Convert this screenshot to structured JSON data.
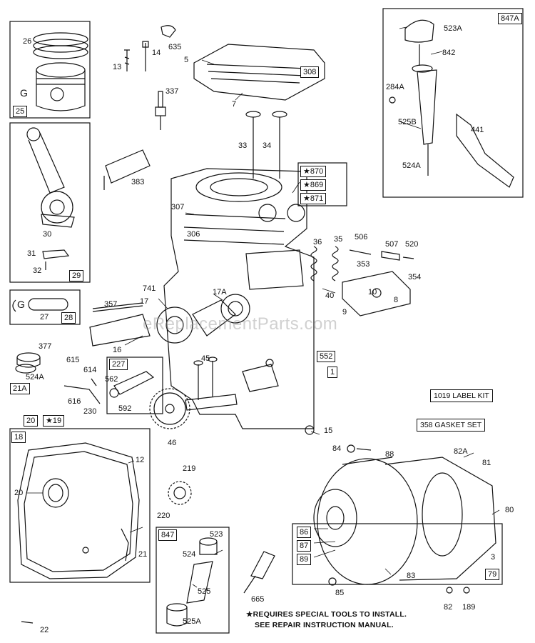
{
  "watermark": "eReplacementParts.com",
  "kits": {
    "label_kit": "1019 LABEL KIT",
    "gasket_set": "358 GASKET SET"
  },
  "notes": {
    "line1": "★REQUIRES SPECIAL TOOLS TO INSTALL.",
    "line2": "SEE REPAIR INSTRUCTION MANUAL."
  },
  "groups": {
    "g25": "25",
    "g29": "29",
    "g28": "28",
    "g21a": "21A",
    "g847a": "847A",
    "g847": "847",
    "g227": "227",
    "g552": "552",
    "g1": "1",
    "g20": "20",
    "g19": "★19",
    "g18": "18",
    "g79": "79",
    "g308": "308",
    "g870": "★870",
    "g869": "★869",
    "g871": "★871",
    "g86": "86",
    "g87": "87",
    "g89": "89"
  },
  "labels": {
    "p26": "26",
    "pG1": "G",
    "p30": "30",
    "p31": "31",
    "p32": "32",
    "pG2": "G",
    "p27": "27",
    "p13": "13",
    "p14": "14",
    "p635": "635",
    "p5": "5",
    "p337": "337",
    "p7": "7",
    "p33": "33",
    "p34": "34",
    "p383": "383",
    "p307": "307",
    "p306": "306",
    "p36": "36",
    "p35": "35",
    "p506": "506",
    "p507": "507",
    "p520": "520",
    "p353": "353",
    "p354": "354",
    "p40": "40",
    "p10": "10",
    "p8": "8",
    "p9": "9",
    "p741": "741",
    "p17": "17",
    "p17a": "17A",
    "p357": "357",
    "p16": "16",
    "p377": "377",
    "p524a_l": "524A",
    "p615": "615",
    "p614": "614",
    "p616": "616",
    "p230": "230",
    "p562": "562",
    "p592": "592",
    "p45": "45",
    "p46": "46",
    "p15": "15",
    "p523a": "523A",
    "p842": "842",
    "p284a": "284A",
    "p525b": "525B",
    "p441": "441",
    "p524a_r": "524A",
    "p12": "12",
    "p20": "20",
    "p21": "21",
    "p219": "219",
    "p220": "220",
    "p523": "523",
    "p524": "524",
    "p525": "525",
    "p525a": "525A",
    "p665": "665",
    "p22": "22",
    "p84": "84",
    "p88": "88",
    "p82a": "82A",
    "p81": "81",
    "p80": "80",
    "p3": "3",
    "p83": "83",
    "p85": "85",
    "p82": "82",
    "p189": "189"
  }
}
